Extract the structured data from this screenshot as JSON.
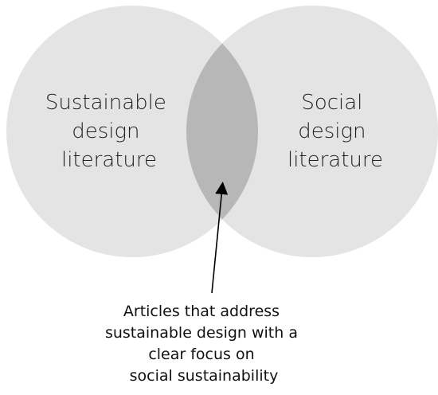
{
  "colors": {
    "circle_fill": "#e4e4e4",
    "overlap_fill": "#b7b7b7",
    "arrow": "#000000",
    "text": "#222222"
  },
  "left_circle": {
    "label_lines": [
      "Sustainable",
      "design",
      "literature"
    ]
  },
  "right_circle": {
    "label_lines": [
      "Social",
      "design",
      "literature"
    ]
  },
  "caption": {
    "lines": [
      "Articles that address",
      "sustainable design with a",
      "clear focus on",
      "social sustainability"
    ]
  }
}
